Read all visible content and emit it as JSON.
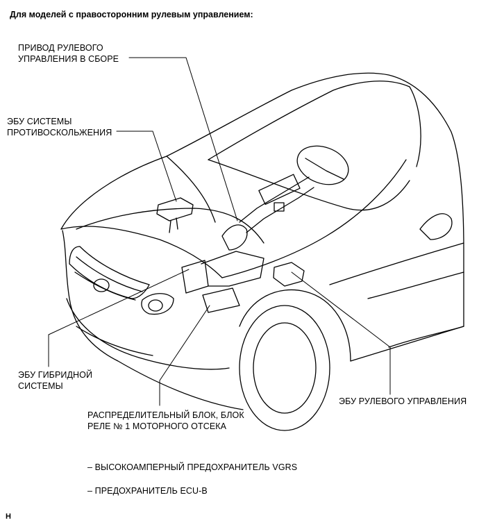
{
  "header": "Для моделей с правосторонним рулевым управлением:",
  "labels": {
    "steering_actuator": [
      "ПРИВОД РУЛЕВОГО",
      "УПРАВЛЕНИЯ В СБОРЕ"
    ],
    "skid_control_ecu": [
      "ЭБУ СИСТЕМЫ",
      "ПРОТИВОСКОЛЬЖЕНИЯ"
    ],
    "hybrid_ecu": [
      "ЭБУ ГИБРИДНОЙ",
      "СИСТЕМЫ"
    ],
    "junction_block": [
      "РАСПРЕДЕЛИТЕЛЬНЫЙ БЛОК, БЛОК",
      "РЕЛЕ № 1 МОТОРНОГО ОТСЕКА"
    ],
    "steering_ecu": "ЭБУ РУЛЕВОГО УПРАВЛЕНИЯ"
  },
  "notes": [
    "– ВЫСОКОАМПЕРНЫЙ ПРЕДОХРАНИТЕЛЬ VGRS",
    "– ПРЕДОХРАНИТЕЛЬ ECU-B"
  ],
  "footer_code": "H"
}
